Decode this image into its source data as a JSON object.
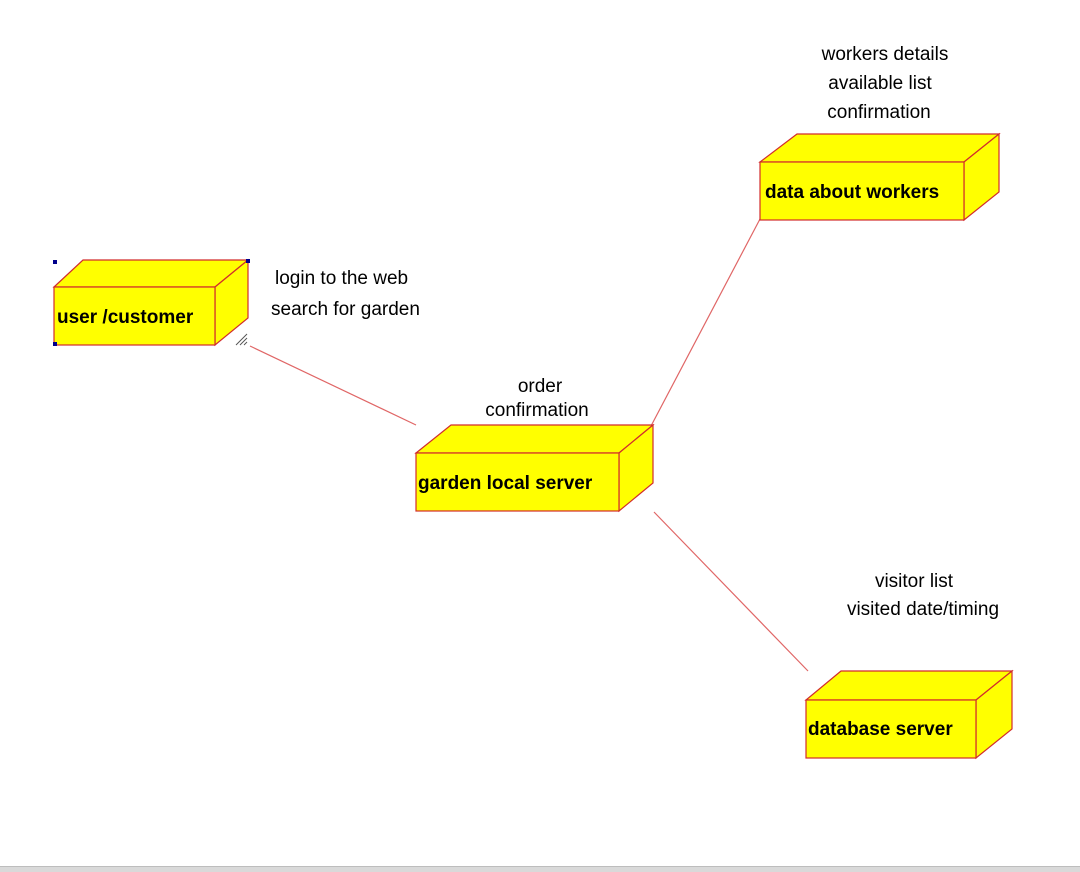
{
  "colors": {
    "node_fill": "#ffff00",
    "node_side": "#f2e600",
    "node_border": "#d22c2c",
    "connector": "#e06666",
    "selection_handle": "#00008b"
  },
  "nodes": {
    "user_customer": {
      "label": "user /customer"
    },
    "garden_local_server": {
      "label": "garden local server"
    },
    "data_about_workers": {
      "label": "data about workers"
    },
    "database_server": {
      "label": "database server"
    }
  },
  "notes": {
    "user_link": {
      "lines": [
        "login to the web",
        "search for garden"
      ]
    },
    "garden_server": {
      "lines": [
        "order",
        "confirmation"
      ]
    },
    "workers": {
      "lines": [
        "workers details",
        "available list",
        "confirmation"
      ]
    },
    "database": {
      "lines": [
        "visitor list",
        "visited date/timing"
      ]
    }
  },
  "icons": {
    "resize_grip": "resize-grip-icon",
    "selection_handle": "selection-handle-icon"
  }
}
